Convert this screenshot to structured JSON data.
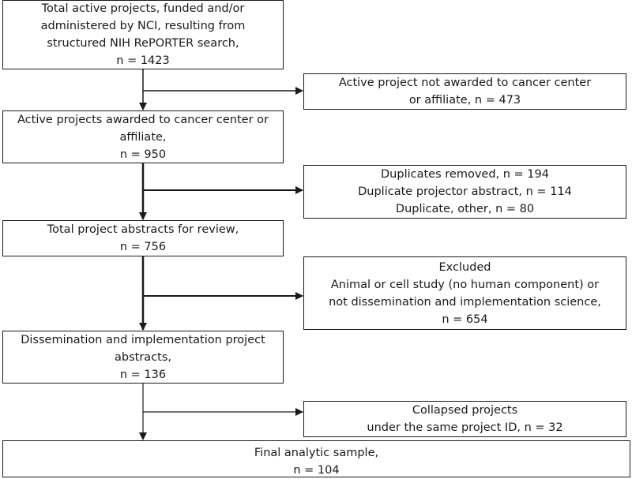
{
  "main_flow": [
    {
      "id": "total-active-projects",
      "lines": [
        "Total active projects, funded and/or",
        "administered by NCI, resulting from",
        "structured NIH RePORTER search,",
        "n = 1423"
      ]
    },
    {
      "id": "awarded-to-cancer-center",
      "lines": [
        "Active projects awarded to cancer center or",
        "affiliate,",
        "n = 950"
      ]
    },
    {
      "id": "abstracts-for-review",
      "lines": [
        "Total project abstracts for review,",
        "n = 756"
      ]
    },
    {
      "id": "dissemination-implementation-abstracts",
      "lines": [
        "Dissemination and implementation project",
        "abstracts,",
        "n = 136"
      ]
    },
    {
      "id": "final-analytic-sample",
      "lines": [
        "Final analytic sample,",
        "n = 104"
      ]
    }
  ],
  "side_boxes": [
    {
      "id": "not-awarded",
      "lines": [
        "Active project not awarded to cancer center",
        "or affiliate, n = 473"
      ]
    },
    {
      "id": "duplicates-removed",
      "lines": [
        "Duplicates removed, n = 194",
        "Duplicate projector abstract, n = 114",
        "Duplicate, other, n = 80"
      ]
    },
    {
      "id": "excluded",
      "lines": [
        "Excluded",
        "Animal or cell study (no human component) or",
        "not dissemination and implementation science,",
        "n = 654"
      ]
    },
    {
      "id": "collapsed-projects",
      "lines": [
        "Collapsed projects",
        "under the same project ID, n = 32"
      ]
    }
  ]
}
